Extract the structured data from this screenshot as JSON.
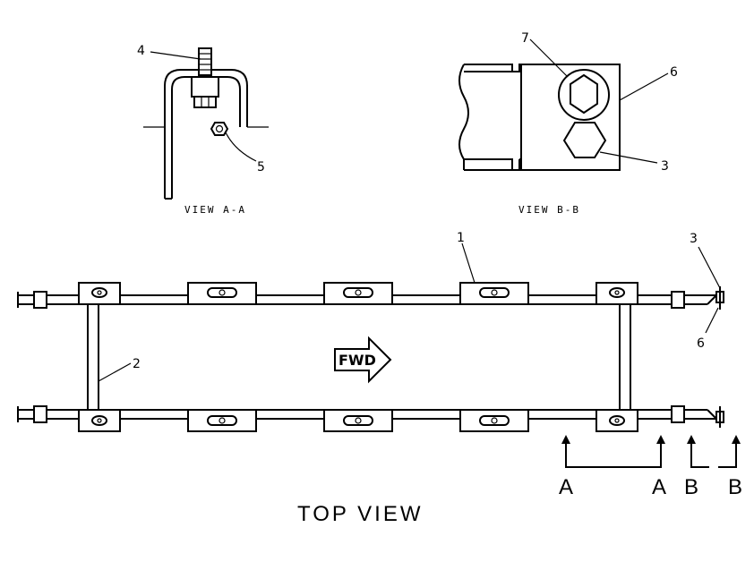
{
  "labels": {
    "view_aa": "VIEW A-A",
    "view_bb": "VIEW B-B",
    "top_view": "TOP VIEW",
    "fwd": "FWD"
  },
  "callouts": {
    "c1": "1",
    "c2": "2",
    "c3_top": "3",
    "c3_bb": "3",
    "c4": "4",
    "c5": "5",
    "c6_top": "6",
    "c6_bb": "6",
    "c7": "7"
  },
  "section_markers": {
    "a_left": "A",
    "a_right": "A",
    "b_left": "B",
    "b_right": "B"
  }
}
